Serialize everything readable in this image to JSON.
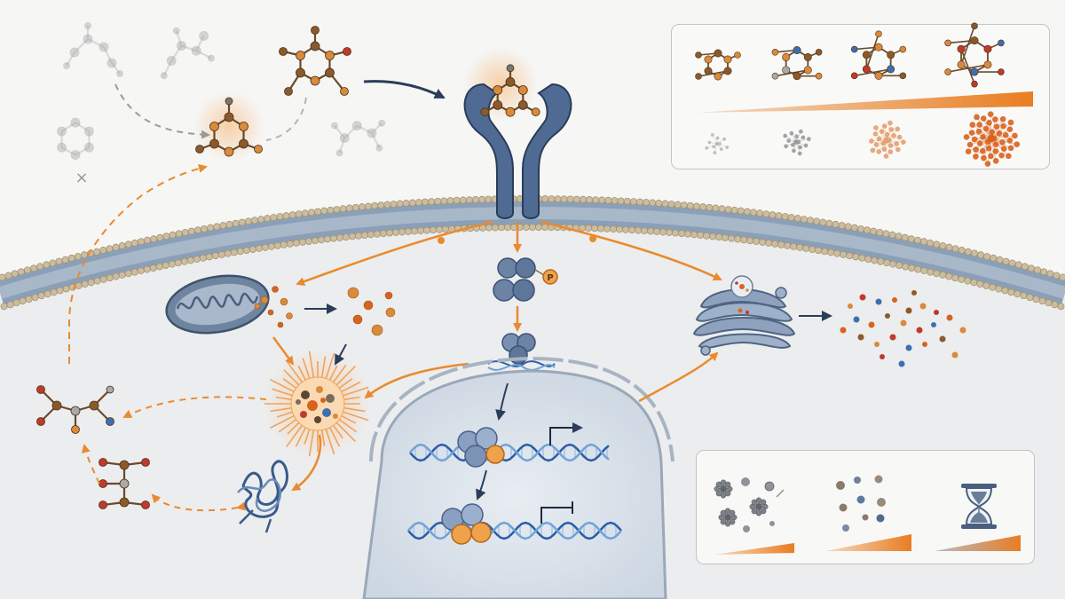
{
  "colors": {
    "background": "#f6f6f5",
    "accent_orange": "#ea8a2e",
    "deep_orange": "#d8631f",
    "navy": "#2a3d59",
    "protein_blue": "#4f6a93",
    "membrane_head": "#cdbda0",
    "membrane_tail": "#8aa0b8",
    "atom_brown": "#8b5a2b",
    "atom_orange": "#d98a3a",
    "atom_red": "#c0392b",
    "atom_blue": "#3d6fb0",
    "atom_gray": "#a9a9a9",
    "nucleus_fill": "#dfe6ee"
  },
  "icons": {
    "phosphate_label": "P",
    "inactive_mark": "×"
  },
  "insets": {
    "potency_panel": {
      "legend": "increasing potency gradient"
    },
    "persistence_panel": {
      "legend": "accumulation, fragments and time"
    }
  }
}
